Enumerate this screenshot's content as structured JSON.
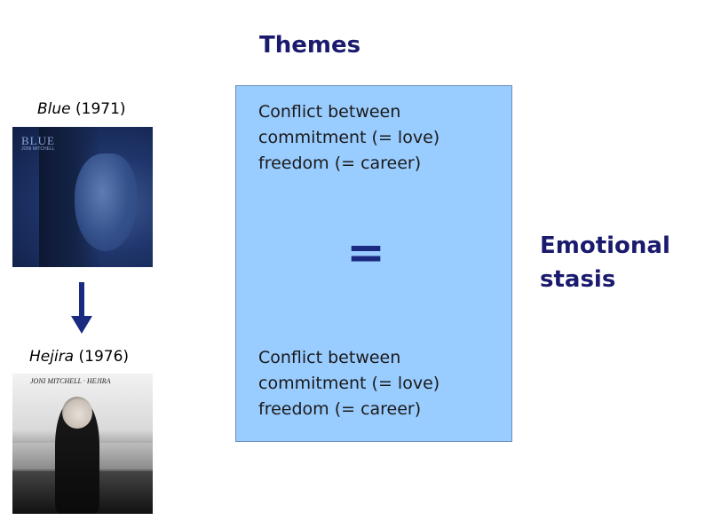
{
  "slide": {
    "title": "Themes",
    "albums": [
      {
        "name": "Blue",
        "year": "(1971)",
        "cover_text": "BLUE",
        "cover_sub": "JONI MITCHELL"
      },
      {
        "name": "Hejira",
        "year": "(1976)",
        "cover_text": "JONI MITCHELL · HEJIRA"
      }
    ],
    "theme_box": {
      "top_text": "Conflict between\ncommitment (= love)\nfreedom (= career)",
      "equals_symbol": "=",
      "bottom_text": "Conflict between\ncommitment (= love)\nfreedom (= career)"
    },
    "result_text": "Emotional\nstasis",
    "colors": {
      "title": "#1a1a6e",
      "box_fill": "#99ccff",
      "arrow": "#1a2a80",
      "equals": "#1a2a80"
    }
  }
}
